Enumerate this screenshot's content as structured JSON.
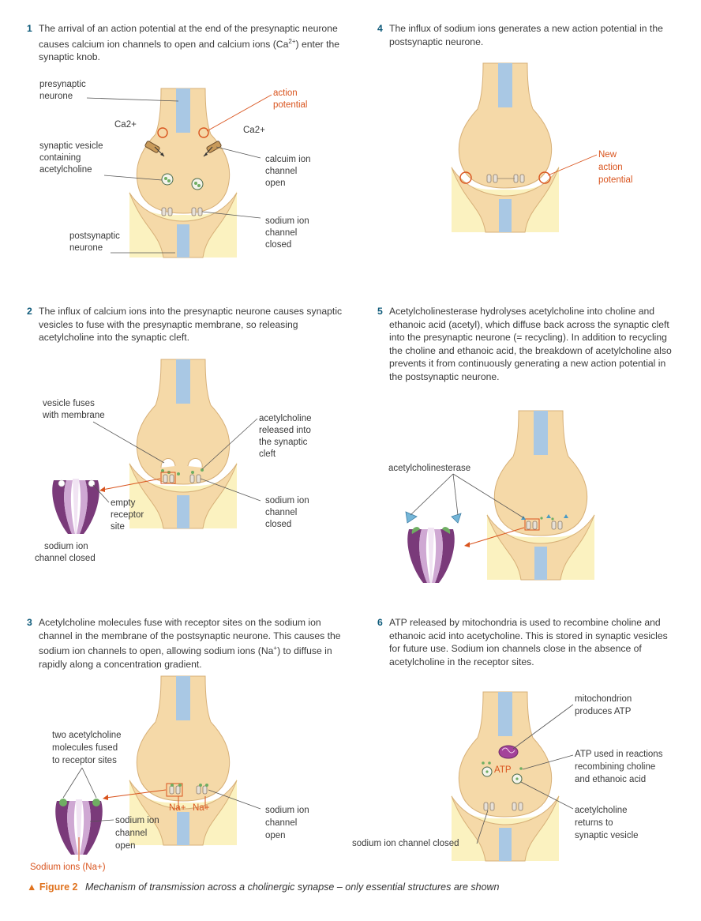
{
  "steps": [
    {
      "number": "1",
      "text_before": "The arrival of an action potential at the end of the presynaptic neurone causes calcium ion channels to open and calcium ions (Ca",
      "sup": "2+",
      "text_after": ") enter the synaptic knob."
    },
    {
      "number": "2",
      "text": "The influx of calcium ions into the presynaptic neurone causes synaptic vesicles to fuse with the presynaptic membrane, so releasing acetylcholine into the synaptic cleft."
    },
    {
      "number": "3",
      "text_before": "Acetylcholine molecules fuse with receptor sites on the sodium ion channel in the membrane of the postsynaptic neurone. This causes the sodium ion channels to open, allowing sodium ions (Na",
      "sup": "+",
      "text_after": ") to diffuse in rapidly along a concentration gradient."
    },
    {
      "number": "4",
      "text": "The influx of sodium ions generates a new action potential in the postsynaptic neurone."
    },
    {
      "number": "5",
      "text": "Acetylcholinesterase hydrolyses acetylcholine into choline and ethanoic acid (acetyl), which diffuse back across the synaptic cleft into the presynaptic neurone (= recycling). In addition to recycling the choline and ethanoic acid, the breakdown of acetylcholine also prevents it from continuously generating a new action potential in the postsynaptic neurone."
    },
    {
      "number": "6",
      "text": "ATP released by mitochondria is used to recombine choline and ethanoic acid into acetycholine. This is stored in synaptic vesicles for future use. Sodium ion channels close in the absence of acetylcholine in the receptor sites."
    }
  ],
  "labels": {
    "p1": {
      "presynaptic": [
        "presynaptic",
        "neurone"
      ],
      "action_potential": [
        "action",
        "potential"
      ],
      "ca_left": "Ca2+",
      "ca_right": "Ca2+",
      "synaptic_vesicle": [
        "synaptic vesicle",
        "containing",
        "acetylcholine"
      ],
      "calcium_channel": [
        "calcuim ion",
        "channel",
        "open"
      ],
      "sodium_channel": [
        "sodium ion",
        "channel",
        "closed"
      ],
      "postsynaptic": [
        "postsynaptic",
        "neurone"
      ]
    },
    "p2": {
      "vesicle_fuses": [
        "vesicle fuses",
        "with membrane"
      ],
      "ach_released": [
        "acetylcholine",
        "released into",
        "the synaptic",
        "cleft"
      ],
      "empty_receptor": [
        "empty",
        "receptor",
        "site"
      ],
      "sodium_channel": [
        "sodium ion",
        "channel",
        "closed"
      ],
      "sodium_closed": [
        "sodium ion",
        "channel closed"
      ]
    },
    "p3": {
      "two_ach": [
        "two acetylcholine",
        "molecules fused",
        "to receptor sites"
      ],
      "na_left": "Na+",
      "na_right": "Na+",
      "sodium_open_left": [
        "sodium ion",
        "channel",
        "open"
      ],
      "sodium_open_right": [
        "sodium ion",
        "channel",
        "open"
      ],
      "sodium_ions": "Sodium ions (Na+)"
    },
    "p4": {
      "new_ap": [
        "New",
        "action",
        "potential"
      ]
    },
    "p5": {
      "ache": "acetylcholinesterase"
    },
    "p6": {
      "mito": [
        "mitochondrion",
        "produces ATP"
      ],
      "atp": "ATP",
      "atp_used": [
        "ATP used in reactions",
        "recombining choline",
        "and ethanoic acid"
      ],
      "ach_returns": [
        "acetylcholine",
        "returns to",
        "synaptic vesicle"
      ],
      "sodium_closed": "sodium ion channel closed"
    }
  },
  "caption": {
    "triangle": "▲",
    "figure": "Figure 2",
    "text": "Mechanism of transmission across a cholinergic synapse – only essential structures are shown"
  },
  "colors": {
    "tan": "#f5d9a8",
    "outline": "#d7b078",
    "blue": "#a9c8e4",
    "yellow": "#fbf2c0",
    "red": "#d9541e",
    "purple": "#7a3a7a",
    "teal": "#0e5a7a",
    "green": "#6fae62"
  }
}
